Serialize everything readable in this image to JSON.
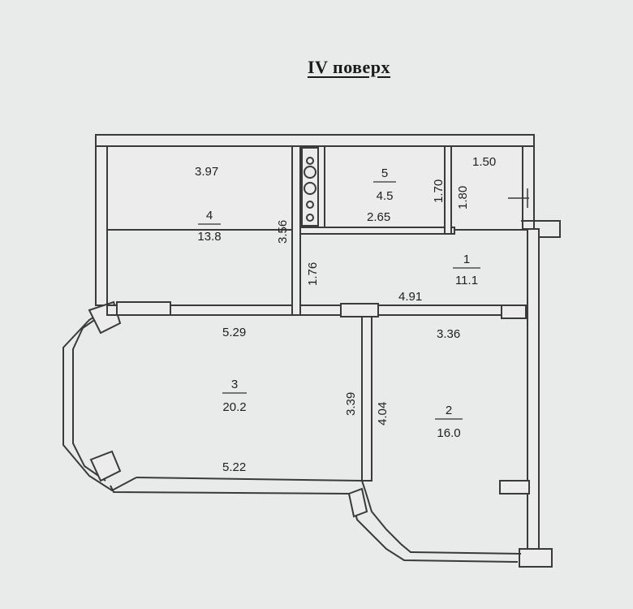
{
  "floor_title": "IV поверх",
  "rooms": [
    {
      "number": "1",
      "area": "11.1"
    },
    {
      "number": "2",
      "area": "16.0"
    },
    {
      "number": "3",
      "area": "20.2"
    },
    {
      "number": "4",
      "area": "13.8"
    },
    {
      "number": "5",
      "area": "4.5"
    }
  ],
  "dimensions": {
    "room4_width": "3.97",
    "room4_depth": "3.56",
    "room5_width": "2.65",
    "room5_depth": "1.70",
    "hall_depth_upper": "1.80",
    "hall_width_upper": "1.50",
    "hall_depth_lower": "1.76",
    "hall_width": "4.91",
    "room3_width_top": "5.29",
    "room3_width_bottom": "5.22",
    "room3_depth": "3.39",
    "room2_width": "3.36",
    "room2_depth": "4.04"
  }
}
